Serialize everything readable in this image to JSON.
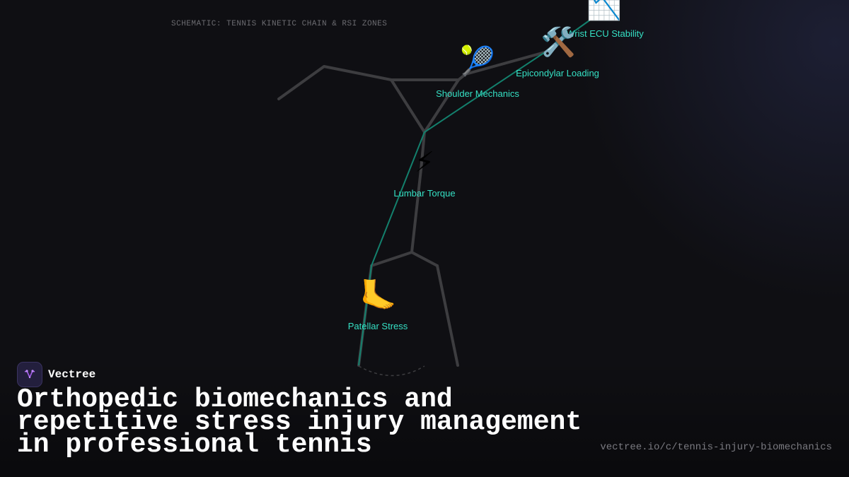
{
  "caption": "SCHEMATIC: TENNIS KINETIC CHAIN & RSI ZONES",
  "nodes": [
    {
      "label": "Wrist ECU Stability",
      "icon": "chart-decreasing-icon",
      "glyph": "📉"
    },
    {
      "label": "Epicondylar Loading",
      "icon": "hammer-wrench-icon",
      "glyph": "🛠️"
    },
    {
      "label": "Shoulder Mechanics",
      "icon": "tennis-racket-icon",
      "glyph": "🎾"
    },
    {
      "label": "Lumbar Torque",
      "icon": "lightning-icon",
      "glyph": "⚡"
    },
    {
      "label": "Patellar Stress",
      "icon": "foot-icon",
      "glyph": "🦶"
    }
  ],
  "colors": {
    "background": "#0f0f13",
    "accent": "#35e0c4",
    "skeleton": "#3d3d40",
    "chain_line": "#13806d"
  },
  "brand": {
    "name": "Vectree",
    "icon": "vectree-logo-icon"
  },
  "headline": "Orthopedic biomechanics and repetitive stress injury management in professional tennis",
  "url": "vectree.io/c/tennis-injury-biomechanics"
}
